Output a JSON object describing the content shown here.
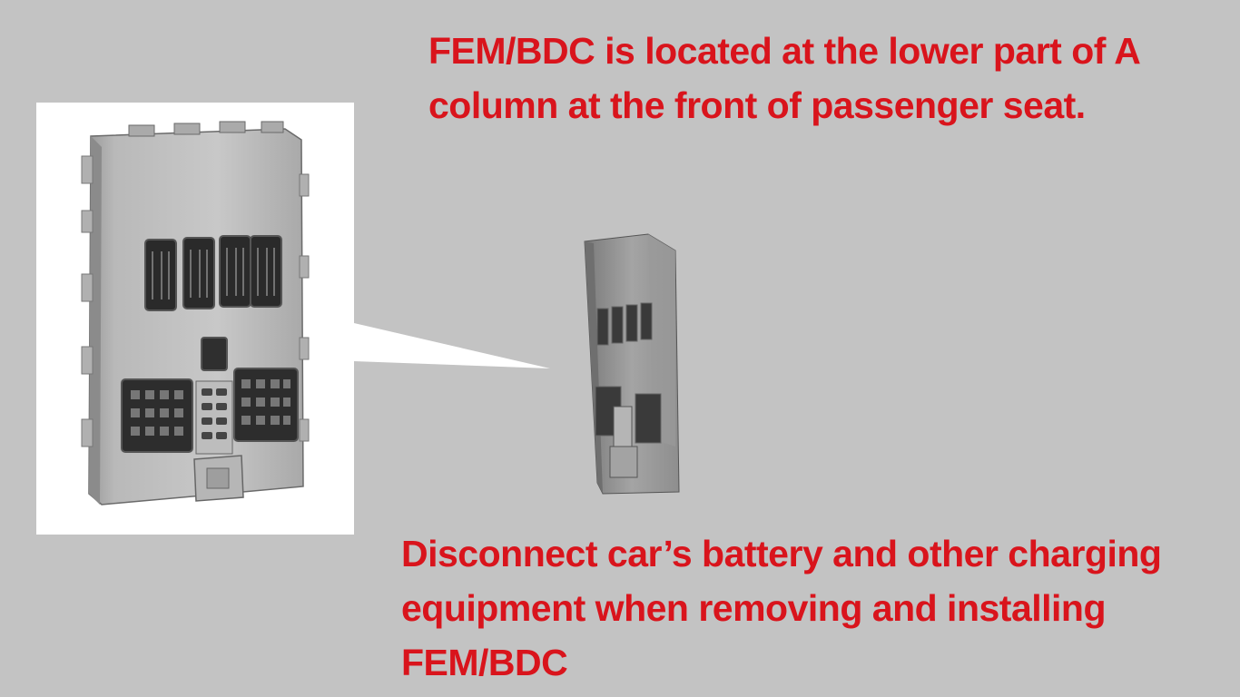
{
  "captions": {
    "top": "FEM/BDC is located at the lower part of A column at the front of passenger seat.",
    "bottom": "Disconnect car’s battery and other charging equipment when removing and installing FEM/BDC"
  },
  "colors": {
    "background": "#c3c3c3",
    "caption_red": "#d9141c",
    "inset_background": "#ffffff"
  },
  "images": {
    "detail_view": "fem-bdc-module-closeup",
    "location_view": "fem-bdc-module-in-position"
  }
}
